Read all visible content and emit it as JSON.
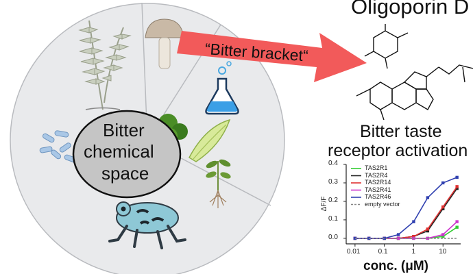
{
  "colors": {
    "circle_fill": "#e9eaec",
    "bubble_fill": "#c5c5c5",
    "arrow_fill": "#f25a5a",
    "tas2r1": "#33cc33",
    "tas2r4": "#222222",
    "tas2r14": "#e03030",
    "tas2r41": "#cc33cc",
    "tas2r46": "#3040b0"
  },
  "icons": [
    "fern-icon",
    "mushroom-icon",
    "flask-icon",
    "broccoli-icon",
    "chicory-icon",
    "plant-icon",
    "bacteria-icon",
    "frog-icon"
  ],
  "diagram": {
    "compound_title": "Oligoporin D",
    "bubble_lines": [
      "Bitter",
      "chemical",
      "space"
    ],
    "arrow_label": "“Bitter bracket“",
    "receptor_lines": [
      "Bitter taste",
      "receptor activation"
    ]
  },
  "chart_data": {
    "type": "line",
    "xlabel": "conc. (μM)",
    "ylabel": "ΔF/F",
    "x_scale": "log",
    "xlim": [
      0.005,
      40
    ],
    "ylim": [
      -0.03,
      0.4
    ],
    "x_ticks": [
      {
        "v": 0.01,
        "label": "0.01"
      },
      {
        "v": 0.1,
        "label": "0.1"
      },
      {
        "v": 1,
        "label": "1"
      },
      {
        "v": 10,
        "label": "10"
      }
    ],
    "y_ticks": [
      {
        "v": 0,
        "label": "0.0"
      },
      {
        "v": 0.1,
        "label": "0.1"
      },
      {
        "v": 0.2,
        "label": "0.2"
      },
      {
        "v": 0.3,
        "label": "0.3"
      },
      {
        "v": 0.4,
        "label": "0.4"
      }
    ],
    "legend_position": "top-left",
    "x": [
      0.01,
      0.03,
      0.1,
      0.3,
      1,
      3,
      10,
      30
    ],
    "series": [
      {
        "name": "TAS2R1",
        "color": "#33cc33",
        "values": [
          0.0,
          0.0,
          0.0,
          0.0,
          0.0,
          0.0,
          0.01,
          0.06
        ]
      },
      {
        "name": "TAS2R4",
        "color": "#222222",
        "values": [
          0.0,
          0.0,
          0.0,
          0.0,
          0.01,
          0.04,
          0.16,
          0.27
        ]
      },
      {
        "name": "TAS2R14",
        "color": "#e03030",
        "values": [
          0.0,
          0.0,
          0.0,
          0.0,
          0.01,
          0.05,
          0.17,
          0.28
        ]
      },
      {
        "name": "TAS2R41",
        "color": "#cc33cc",
        "values": [
          0.0,
          0.0,
          0.0,
          0.0,
          0.0,
          0.0,
          0.02,
          0.09
        ]
      },
      {
        "name": "TAS2R46",
        "color": "#3040b0",
        "values": [
          0.0,
          0.0,
          0.0,
          0.02,
          0.09,
          0.22,
          0.3,
          0.33
        ]
      },
      {
        "name": "empty vector",
        "color": "#888888",
        "dashed": true,
        "values": [
          0.0,
          0.0,
          0.0,
          0.0,
          0.0,
          0.0,
          0.0,
          0.0
        ]
      }
    ]
  }
}
